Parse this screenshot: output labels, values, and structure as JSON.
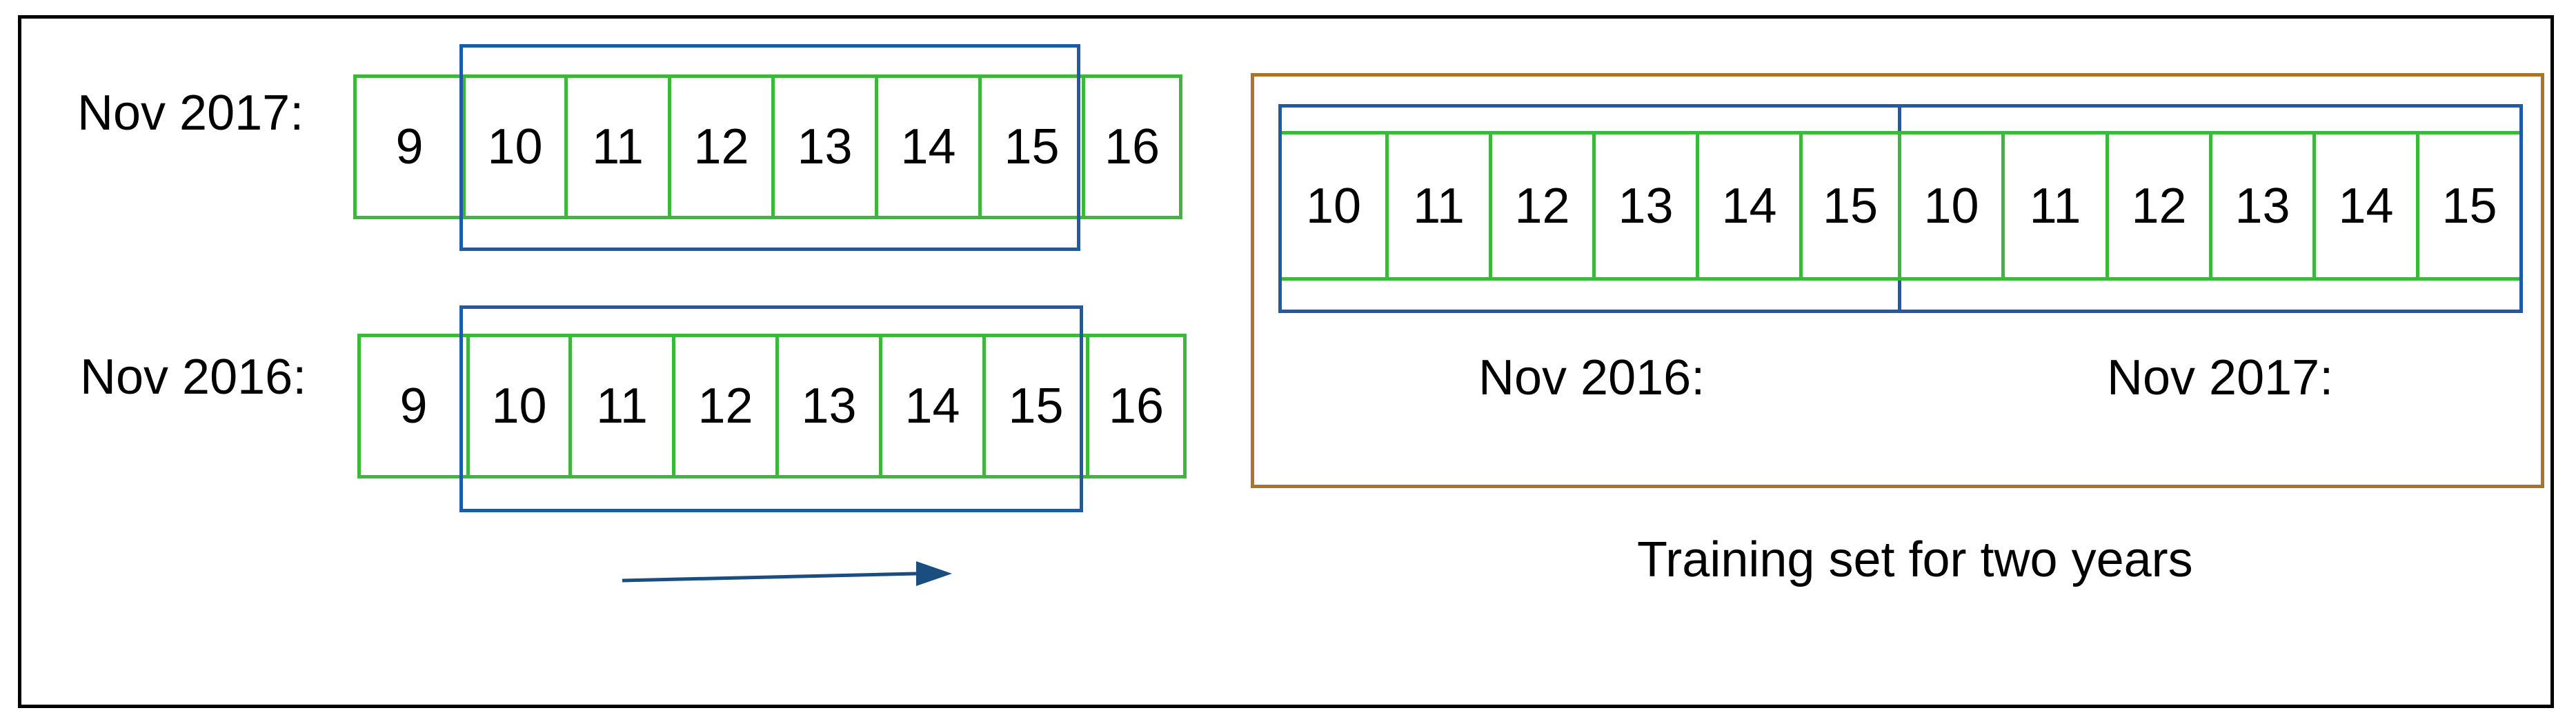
{
  "left": {
    "rows": [
      {
        "label": "Nov 2017:",
        "cells": [
          "9",
          "10",
          "11",
          "12",
          "13",
          "14",
          "15",
          "16"
        ]
      },
      {
        "label": "Nov 2016:",
        "cells": [
          "9",
          "10",
          "11",
          "12",
          "13",
          "14",
          "15",
          "16"
        ]
      }
    ]
  },
  "right": {
    "cells": [
      "10",
      "11",
      "12",
      "13",
      "14",
      "15",
      "10",
      "11",
      "12",
      "13",
      "14",
      "15"
    ],
    "label_2016": "Nov 2016:",
    "label_2017": "Nov 2017:",
    "caption": "Training set for two years"
  },
  "colors": {
    "cell_border": "#3db83d",
    "window_border": "#1f5aa6",
    "training_border": "#a8752a",
    "arrow": "#1a4d80"
  }
}
